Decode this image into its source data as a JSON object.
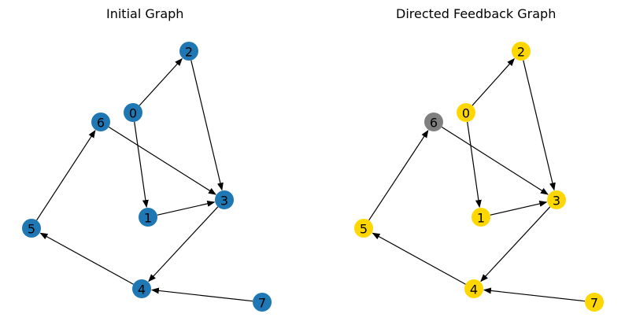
{
  "panels": [
    {
      "title": "Initial Graph",
      "default_color": "#1f77b4",
      "nodes": [
        {
          "id": "0",
          "color": "#1f77b4"
        },
        {
          "id": "1",
          "color": "#1f77b4"
        },
        {
          "id": "2",
          "color": "#1f77b4"
        },
        {
          "id": "3",
          "color": "#1f77b4"
        },
        {
          "id": "4",
          "color": "#1f77b4"
        },
        {
          "id": "5",
          "color": "#1f77b4"
        },
        {
          "id": "6",
          "color": "#1f77b4"
        },
        {
          "id": "7",
          "color": "#1f77b4"
        }
      ]
    },
    {
      "title": "Directed Feedback Graph",
      "default_color": "#ffd700",
      "nodes": [
        {
          "id": "0",
          "color": "#ffd700"
        },
        {
          "id": "1",
          "color": "#ffd700"
        },
        {
          "id": "2",
          "color": "#ffd700"
        },
        {
          "id": "3",
          "color": "#ffd700"
        },
        {
          "id": "4",
          "color": "#ffd700"
        },
        {
          "id": "5",
          "color": "#ffd700"
        },
        {
          "id": "6",
          "color": "#808080"
        },
        {
          "id": "7",
          "color": "#ffd700"
        }
      ]
    }
  ],
  "edges": [
    [
      "0",
      "2"
    ],
    [
      "0",
      "1"
    ],
    [
      "2",
      "3"
    ],
    [
      "1",
      "3"
    ],
    [
      "6",
      "3"
    ],
    [
      "3",
      "4"
    ],
    [
      "4",
      "5"
    ],
    [
      "5",
      "6"
    ],
    [
      "7",
      "4"
    ]
  ]
}
